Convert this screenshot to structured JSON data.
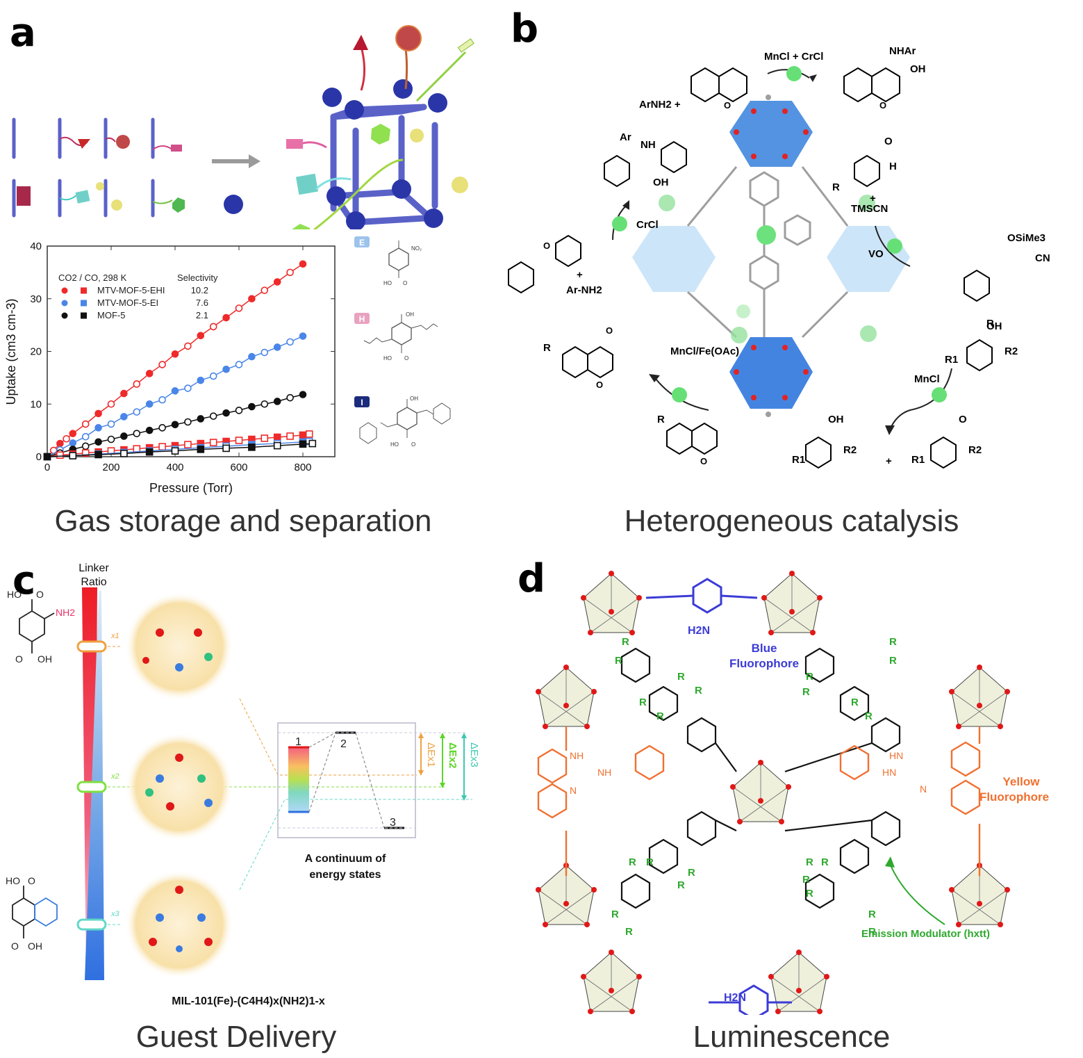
{
  "figure": {
    "dividers": {
      "vertical_colors_top_to_bottom": [
        "#ee1c25",
        "#e44a8c",
        "#c9a3d8",
        "#8fd3f0",
        "#2f6fe0"
      ],
      "horizontal_left_colors": [
        "#2f7de0",
        "#8fd3f0",
        "#b9b5e0"
      ],
      "horizontal_right_colors": [
        "#b9b5e0",
        "#e890c8",
        "#ee1c25"
      ]
    },
    "panels": {
      "a": {
        "letter": "a",
        "caption": "Gas storage and separation",
        "legend_key_labels": [
          {
            "key": "E",
            "color": "#9cc3ec"
          },
          {
            "key": "H",
            "color": "#e8a2c0"
          },
          {
            "key": "I",
            "color": "#1c2c7c"
          }
        ],
        "linker_E": {
          "groups": [
            "OH",
            "NO2",
            "HO",
            "O"
          ]
        },
        "linker_H": {
          "groups": [
            "OH",
            "O",
            "HO",
            "O"
          ]
        },
        "linker_I": {
          "groups": [
            "OH",
            "O",
            "HO",
            "O"
          ]
        }
      },
      "b": {
        "letter": "b",
        "caption": "Heterogeneous catalysis",
        "reactions": {
          "top": {
            "reactant": "ArNH2 +",
            "catalyst": "MnCl + CrCl",
            "product_labels": [
              "NHAr",
              "OH",
              "O"
            ]
          },
          "left": {
            "reactant_extra": "+",
            "reactant_amine": "Ar-NH2",
            "catalyst": "CrCl",
            "product_labels": [
              "Ar",
              "NH",
              "OH"
            ]
          },
          "right": {
            "reactant_labels": [
              "O",
              "H",
              "R"
            ],
            "plus": "+",
            "reagent": "TMSCN",
            "catalyst": "VO",
            "product_labels": [
              "OSiMe3",
              "CN",
              "R"
            ]
          },
          "bottom_left": {
            "catalyst": "MnCl/Fe(OAc)",
            "reactant_labels": [
              "R",
              "O"
            ],
            "product_labels": [
              "R",
              "O",
              "O"
            ]
          },
          "bottom_right": {
            "catalyst": "MnCl",
            "reactant_labels": [
              "OH",
              "R1",
              "R2"
            ],
            "product_labels": [
              "OH",
              "R1",
              "R2",
              "+",
              "O",
              "R1",
              "R2"
            ]
          }
        }
      },
      "c": {
        "letter": "c",
        "caption": "Guest Delivery",
        "linker_ratio_label": [
          "Linker",
          "Ratio"
        ],
        "top_linker": {
          "groups": [
            "HO",
            "O",
            "NH2",
            "O",
            "OH"
          ],
          "accent": "#e8336a"
        },
        "bottom_linker": {
          "groups": [
            "HO",
            "O",
            "O",
            "OH"
          ],
          "accent": "#3a7be0"
        },
        "markers": [
          {
            "label": "x1",
            "color": "#f0a040"
          },
          {
            "label": "x2",
            "color": "#7ee040"
          },
          {
            "label": "x3",
            "color": "#60d8c8"
          }
        ],
        "energy_diagram": {
          "state_labels": [
            "1",
            "2",
            "3"
          ],
          "delta_labels": [
            {
              "text": "ΔEx1",
              "color": "#f0a040"
            },
            {
              "text": "ΔEx2",
              "color": "#5cd62a"
            },
            {
              "text": "ΔEx3",
              "color": "#3cc8b0"
            }
          ],
          "caption_lines": [
            "A continuum of",
            "energy states"
          ]
        },
        "formula": "MIL-101(Fe)-(C4H4)x(NH2)1-x"
      },
      "d": {
        "letter": "d",
        "caption": "Luminescence",
        "blue_label": [
          "Blue",
          "Fluorophore"
        ],
        "yellow_label": [
          "Yellow",
          "Fluorophore"
        ],
        "modulator_label": "Emission Modulator (hxtt)",
        "amine_label": "H2N",
        "r_group": "R",
        "guanidine_labels": [
          "NH",
          "NH",
          "N",
          "HN",
          "HN",
          "N"
        ],
        "colors": {
          "blue": "#3b3bd6",
          "orange": "#f07030",
          "green": "#2ea82e",
          "node": "#e01818"
        }
      }
    }
  },
  "chart_data": {
    "type": "scatter",
    "title": "",
    "legend_title": "CO2 / CO, 298 K",
    "legend_header_right": "Selectivity",
    "legend_placement": "top-left",
    "xlabel": "Pressure (Torr)",
    "ylabel": "Uptake (cm3 cm-3)",
    "xlim": [
      0,
      900
    ],
    "ylim": [
      0,
      40
    ],
    "xticks": [
      0,
      200,
      400,
      600,
      800
    ],
    "yticks": [
      0,
      10,
      20,
      30,
      40
    ],
    "series": [
      {
        "name": "MTV-MOF-5-EHI",
        "selectivity": "10.2",
        "color": "#ee2a2a",
        "gas": "CO2",
        "marker": "circle",
        "x": [
          0,
          20,
          40,
          60,
          80,
          120,
          160,
          200,
          240,
          280,
          320,
          360,
          400,
          440,
          480,
          520,
          560,
          600,
          640,
          680,
          720,
          760,
          800
        ],
        "y": [
          0,
          1.2,
          2.5,
          3.4,
          4.4,
          6.2,
          8.2,
          10.0,
          12.0,
          13.8,
          15.8,
          17.5,
          19.5,
          21.0,
          23.0,
          24.7,
          26.4,
          28.2,
          30.0,
          31.6,
          33.2,
          35.0,
          36.6
        ]
      },
      {
        "name": "MTV-MOF-5-EI",
        "selectivity": "7.6",
        "color": "#4a86e8",
        "gas": "CO2",
        "marker": "circle",
        "x": [
          0,
          40,
          80,
          120,
          160,
          200,
          240,
          280,
          320,
          360,
          400,
          440,
          480,
          520,
          560,
          600,
          640,
          680,
          720,
          760,
          800
        ],
        "y": [
          0,
          1.3,
          2.6,
          3.8,
          5.5,
          6.2,
          7.6,
          8.5,
          10.0,
          10.8,
          12.5,
          13.0,
          14.5,
          15.3,
          16.6,
          17.5,
          19.0,
          19.8,
          20.8,
          21.8,
          22.9
        ]
      },
      {
        "name": "MOF-5",
        "selectivity": "2.1",
        "color": "#111111",
        "gas": "CO2",
        "marker": "circle",
        "x": [
          0,
          40,
          80,
          120,
          160,
          200,
          240,
          280,
          320,
          360,
          400,
          440,
          480,
          520,
          560,
          600,
          640,
          680,
          720,
          760,
          800
        ],
        "y": [
          0,
          0.7,
          1.4,
          2.0,
          2.8,
          3.3,
          3.9,
          4.4,
          5.0,
          5.5,
          6.1,
          6.6,
          7.2,
          7.7,
          8.3,
          8.8,
          9.5,
          10.0,
          10.5,
          11.2,
          11.8
        ]
      },
      {
        "name": "MTV-MOF-5-EHI (CO)",
        "color": "#ee2a2a",
        "gas": "CO",
        "marker": "square",
        "x": [
          0,
          40,
          80,
          120,
          160,
          200,
          240,
          280,
          320,
          360,
          400,
          440,
          480,
          520,
          560,
          600,
          640,
          680,
          720,
          760,
          800,
          820
        ],
        "y": [
          0,
          0.3,
          0.5,
          0.7,
          0.9,
          1.1,
          1.3,
          1.5,
          1.7,
          1.9,
          2.1,
          2.3,
          2.5,
          2.7,
          2.9,
          3.1,
          3.3,
          3.5,
          3.7,
          3.9,
          4.1,
          4.3
        ]
      },
      {
        "name": "MTV-MOF-5-EI (CO)",
        "color": "#4a86e8",
        "gas": "CO",
        "marker": "square",
        "x": [
          0,
          80,
          160,
          240,
          320,
          400,
          480,
          560,
          640,
          720,
          800,
          820
        ],
        "y": [
          0,
          0.2,
          0.5,
          0.8,
          1.1,
          1.4,
          1.7,
          2.0,
          2.3,
          2.5,
          2.8,
          2.9
        ]
      },
      {
        "name": "MOF-5 (CO)",
        "color": "#111111",
        "gas": "CO",
        "marker": "square",
        "x": [
          0,
          80,
          160,
          240,
          320,
          400,
          480,
          560,
          640,
          720,
          800,
          830
        ],
        "y": [
          0,
          0.2,
          0.4,
          0.6,
          0.9,
          1.1,
          1.4,
          1.6,
          1.8,
          2.1,
          2.4,
          2.5
        ]
      }
    ]
  }
}
